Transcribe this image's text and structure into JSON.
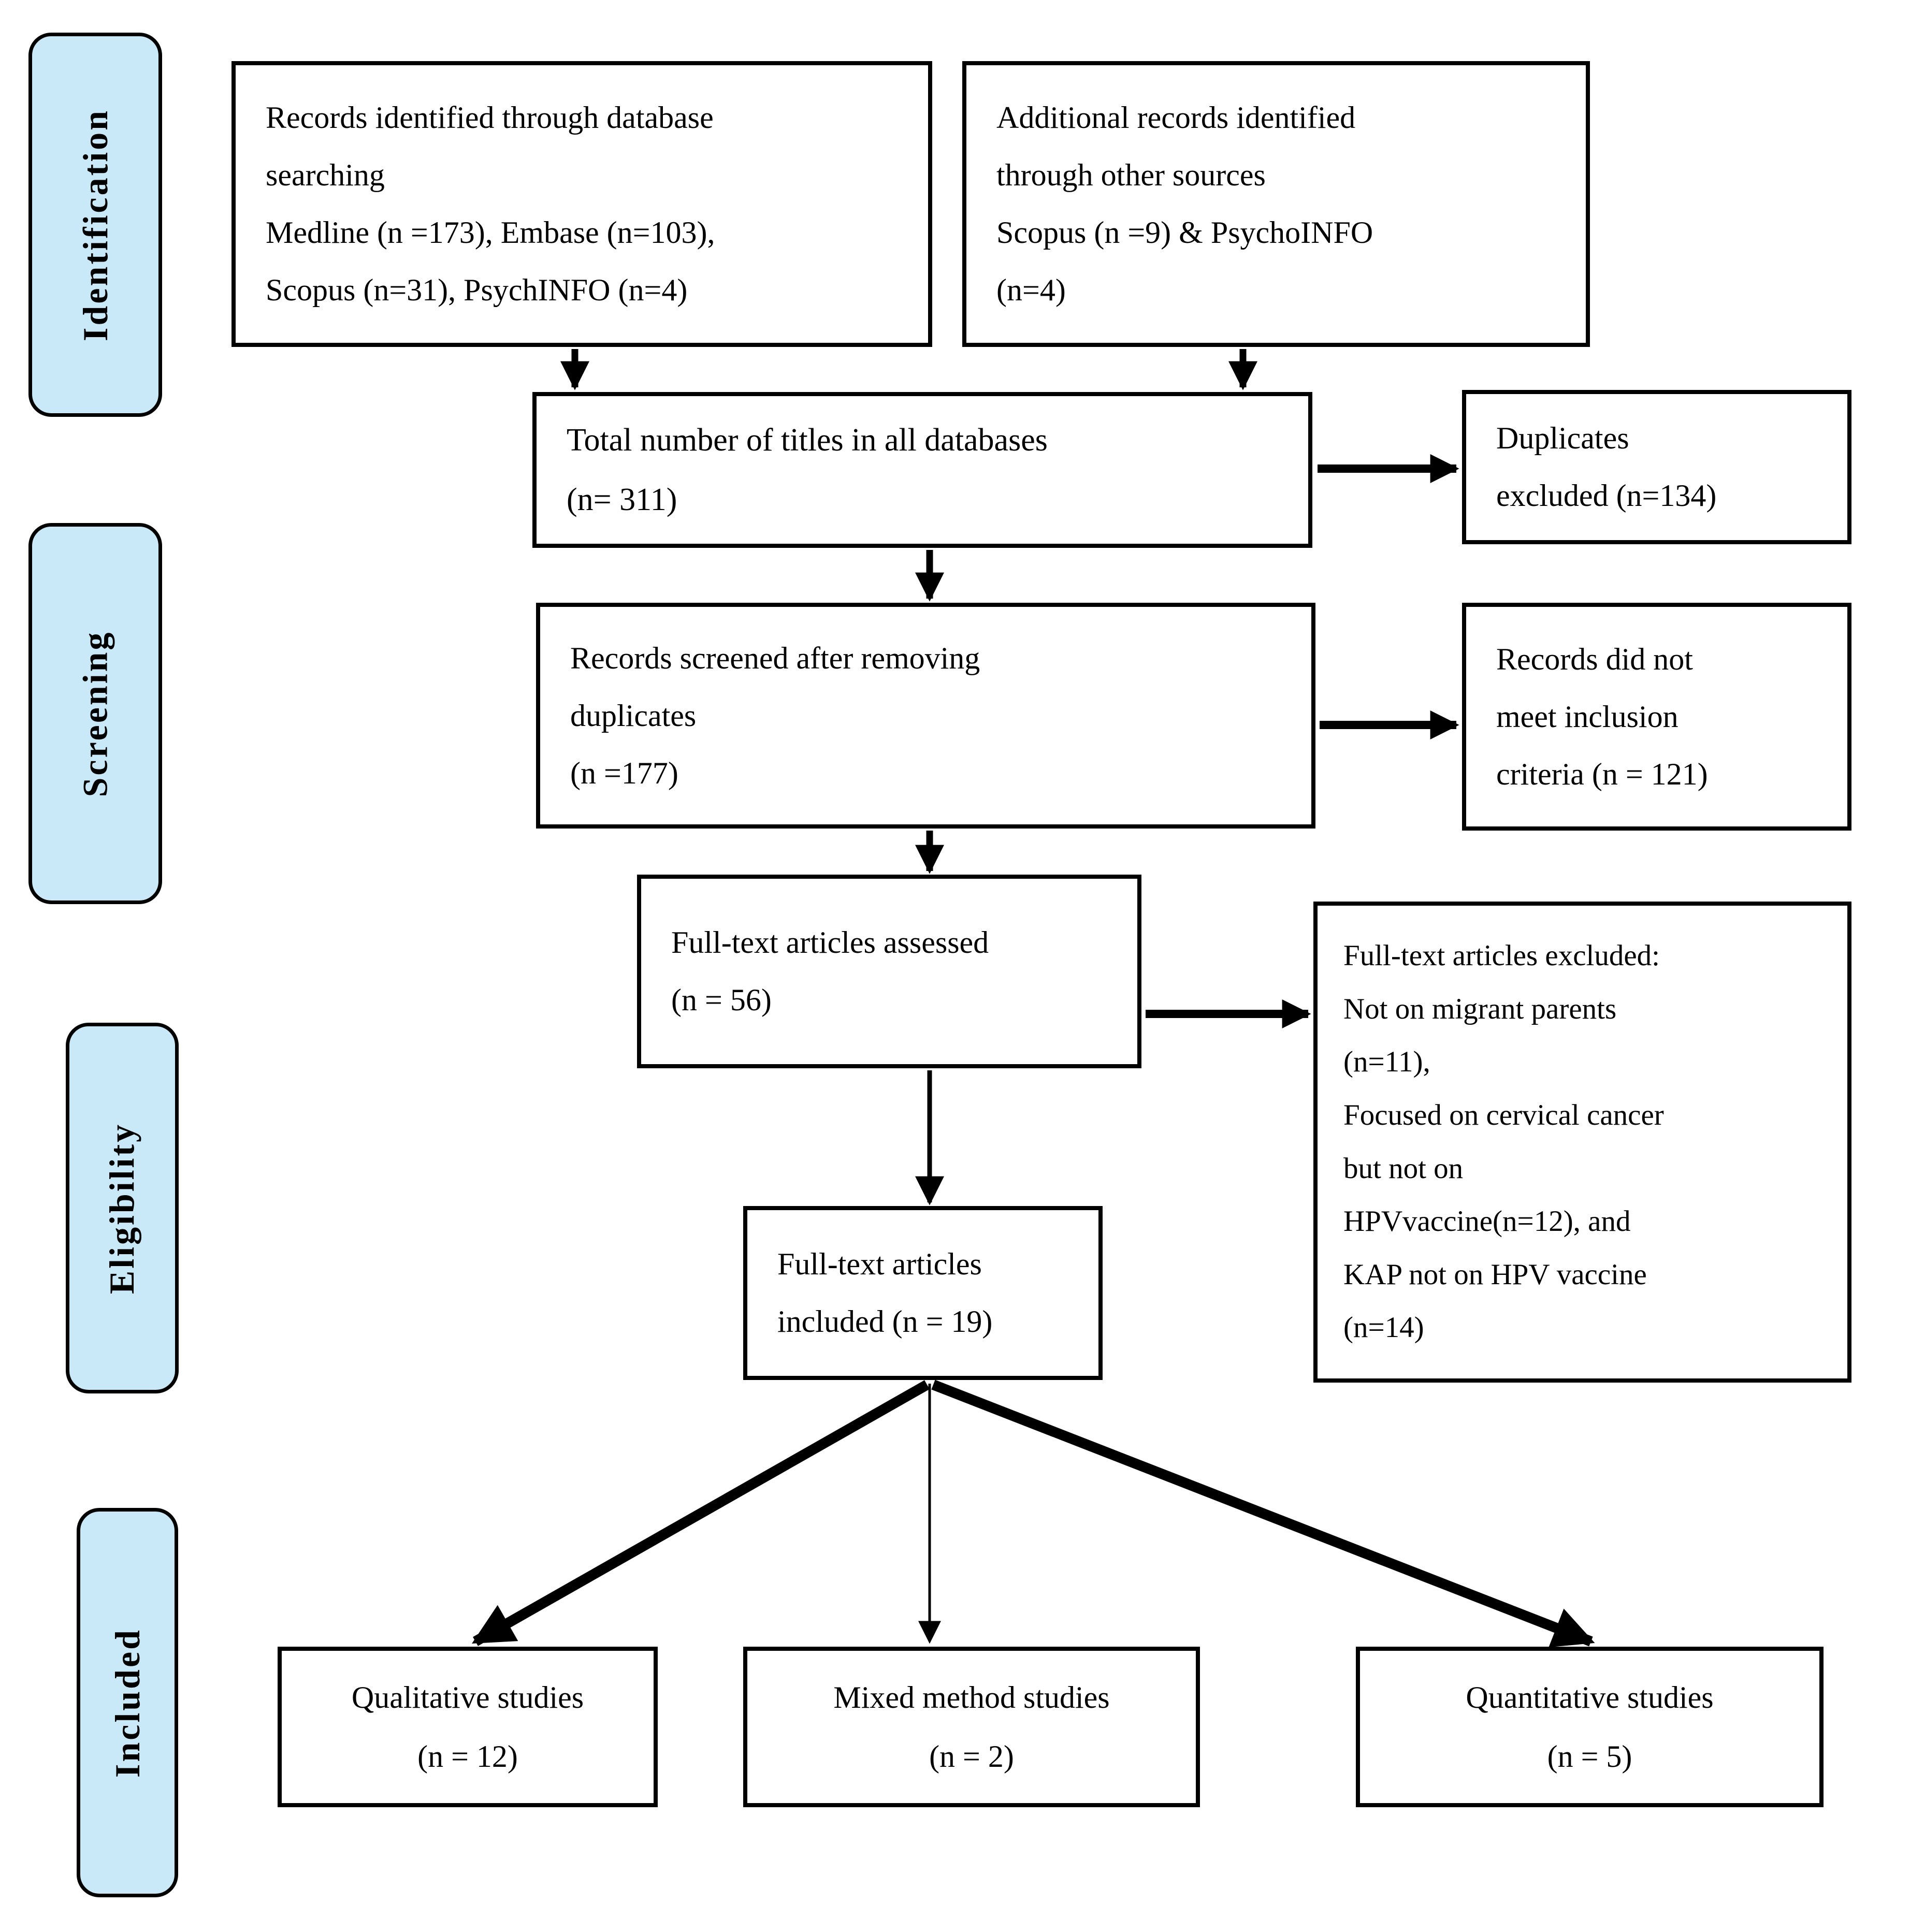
{
  "diagram": {
    "type": "prisma-flow-diagram",
    "colors": {
      "stage_fill": "#c9e9f9",
      "box_border": "#000000",
      "arrow": "#000000",
      "background": "#ffffff"
    },
    "stages": [
      {
        "label": "Identification"
      },
      {
        "label": "Screening"
      },
      {
        "label": "Eligibility"
      },
      {
        "label": "Included"
      }
    ],
    "boxes": {
      "records_identified": {
        "text": "Records identified through database\nsearching\nMedline (n =173), Embase (n=103),\nScopus (n=31), PsychINFO (n=4)"
      },
      "additional_records": {
        "text": "Additional records identified\nthrough other sources\nScopus (n =9) & PsychoINFO\n(n=4)"
      },
      "total_titles": {
        "text": "Total number of titles in all databases\n(n= 311)"
      },
      "duplicates_excluded": {
        "text": "Duplicates\nexcluded (n=134)"
      },
      "records_screened": {
        "text": "Records screened after removing\nduplicates\n(n =177)"
      },
      "not_meet_criteria": {
        "text": "Records did not\nmeet inclusion\ncriteria (n = 121)"
      },
      "fulltext_assessed": {
        "text": "Full-text articles assessed\n(n = 56)"
      },
      "fulltext_excluded": {
        "text": "Full-text articles excluded:\nNot on migrant parents\n(n=11),\nFocused on cervical cancer\nbut not on\nHPVvaccine(n=12), and\nKAP not on HPV vaccine\n(n=14)"
      },
      "fulltext_included": {
        "text": "Full-text articles\nincluded (n = 19)"
      },
      "qualitative": {
        "text": "Qualitative studies\n(n = 12)"
      },
      "mixed_method": {
        "text": "Mixed method studies\n(n = 2)"
      },
      "quantitative": {
        "text": "Quantitative studies\n(n = 5)"
      }
    }
  }
}
